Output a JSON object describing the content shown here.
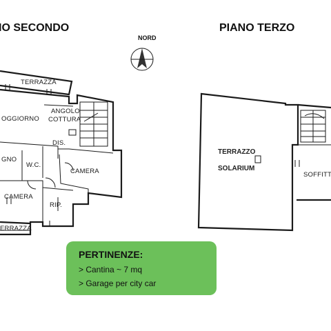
{
  "titles": {
    "floor_second": "IO SECONDO",
    "floor_third": "PIANO TERZO",
    "north": "NORD"
  },
  "rooms_second": {
    "terrace_top": "TERRAZZA",
    "living": "OGGIORNO",
    "kitchen_line1": "ANGOLO",
    "kitchen_line2": "COTTURA",
    "hall": "DIS.",
    "bath": "GNO",
    "wc": "W.C.",
    "bedroom_right": "CAMERA",
    "bedroom_left": "CAMERA",
    "storage": "RIP.",
    "terrace_bottom": "ERRAZZA"
  },
  "rooms_third": {
    "terrace_line1": "TERRAZZO",
    "terrace_line2": "SOLARIUM",
    "attic": "SOFFITT"
  },
  "info_box": {
    "title": "PERTINENZE:",
    "items": [
      "> Cantina ~ 7 mq",
      "> Garage per city car"
    ],
    "color": "#6cc05a"
  }
}
